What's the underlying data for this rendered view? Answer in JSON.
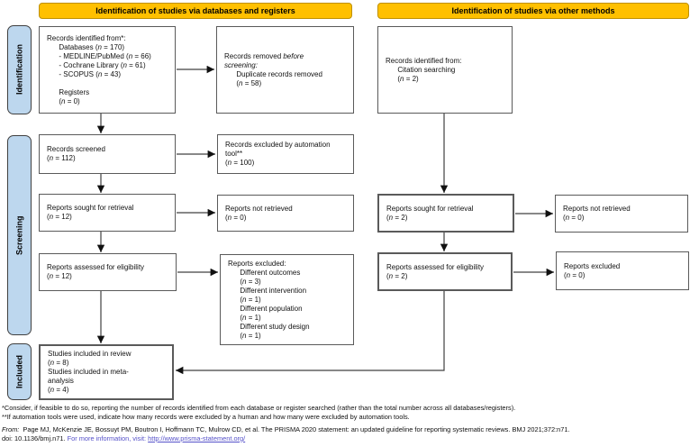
{
  "colors": {
    "header_bg": "#FFC000",
    "header_border": "#BF9000",
    "sidebar_bg": "#BDD7EE",
    "box_border": "#5a5a5a",
    "arrow_line": "#404040",
    "arrowhead": "#111111",
    "link": "#5551c9"
  },
  "headers": {
    "databases_registers": "Identification of studies via databases and registers",
    "other_methods": "Identification of studies via other methods"
  },
  "sidebar": {
    "identification": "Identification",
    "screening": "Screening",
    "included": "Included"
  },
  "boxes": {
    "records_identified": {
      "lines": [
        "Records identified from*:",
        "      Databases (n = 170)",
        "      - MEDLINE/PubMed (n = 66)",
        "      - Cochrane Library (n = 61)",
        "      - SCOPUS (n = 43)",
        "",
        "      Registers",
        "      (n = 0)"
      ]
    },
    "records_removed": {
      "intro": "Records removed ",
      "intro_italic": "before\nscreening:",
      "lines": [
        "      Duplicate records removed",
        "      (n = 58)"
      ]
    },
    "records_screened": {
      "lines": [
        "Records screened",
        "(n = 112)"
      ]
    },
    "records_excluded_automation": {
      "lines": [
        "Records excluded by automation",
        "tool**",
        "(n = 100)"
      ]
    },
    "reports_sought": {
      "lines": [
        "Reports sought for retrieval",
        "(n = 12)"
      ]
    },
    "reports_not_retrieved": {
      "lines": [
        "Reports not retrieved",
        "(n = 0)"
      ]
    },
    "reports_assessed": {
      "lines": [
        "Reports assessed for eligibility",
        "(n = 12)"
      ]
    },
    "reports_excluded_reasons": {
      "lines": [
        "Reports excluded:",
        "      Different outcomes",
        "      (n = 3)",
        "      Different intervention",
        "      (n = 1)",
        "      Different population",
        "      (n = 1)",
        "      Different study design",
        "      (n = 1)"
      ]
    },
    "studies_included": {
      "lines": [
        "Studies included in review",
        "(n = 8)",
        "Studies included in meta-",
        "analysis",
        "(n = 4)"
      ]
    },
    "citation_searching": {
      "lines": [
        "Records identified from:",
        "      Citation searching",
        "      (n = 2)"
      ]
    },
    "reports_sought_other": {
      "lines": [
        "Reports sought for retrieval",
        "(n = 2)"
      ]
    },
    "reports_not_retrieved_other": {
      "lines": [
        "Reports not retrieved",
        "(n = 0)"
      ]
    },
    "reports_assessed_other": {
      "lines": [
        "Reports assessed for eligibility",
        "(n = 2)"
      ]
    },
    "reports_excluded_other": {
      "lines": [
        "Reports excluded",
        "(n = 0)"
      ]
    }
  },
  "footnotes": {
    "asterisk": "*Consider, if feasible to do so, reporting the number of records identified from each database or register searched (rather than the total number across all databases/registers).",
    "double_asterisk": "**If automation tools were used, indicate how many records were excluded by a human and how many were excluded by automation tools.",
    "from_label": "From:",
    "citation_line1": "Page MJ, McKenzie JE, Bossuyt PM, Boutron I, Hoffmann TC, Mulrow CD, et al. The PRISMA 2020 statement: an updated guideline for reporting systematic reviews. BMJ 2021;372:n71.",
    "citation_line2": "doi: 10.1136/bmj.n71.",
    "more_info": "For more information, visit:",
    "link_text": "http://www.prisma-statement.org/"
  }
}
